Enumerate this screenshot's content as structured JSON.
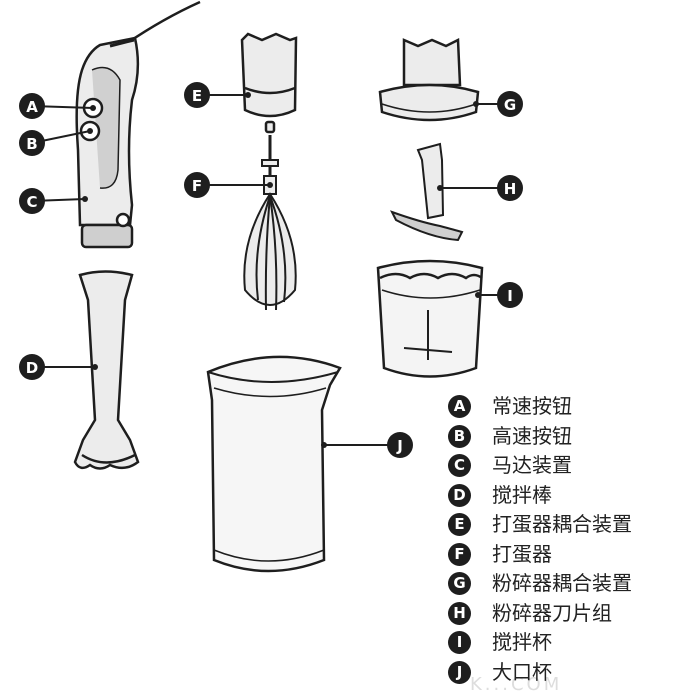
{
  "colors": {
    "ink": "#1e1e1e",
    "part_fill": "#ececec",
    "part_dark": "#4a4a4a",
    "watermark": "#dddddd"
  },
  "callouts": [
    "A",
    "B",
    "C",
    "D",
    "E",
    "F",
    "G",
    "H",
    "I",
    "J"
  ],
  "legend": [
    {
      "letter": "A",
      "label": "常速按钮"
    },
    {
      "letter": "B",
      "label": "高速按钮"
    },
    {
      "letter": "C",
      "label": "马达装置"
    },
    {
      "letter": "D",
      "label": "搅拌棒"
    },
    {
      "letter": "E",
      "label": "打蛋器耦合装置"
    },
    {
      "letter": "F",
      "label": "打蛋器"
    },
    {
      "letter": "G",
      "label": "粉碎器耦合装置"
    },
    {
      "letter": "H",
      "label": "粉碎器刀片组"
    },
    {
      "letter": "I",
      "label": "搅拌杯"
    },
    {
      "letter": "J",
      "label": "大口杯"
    }
  ],
  "watermark": {
    "text": "K...COM"
  }
}
